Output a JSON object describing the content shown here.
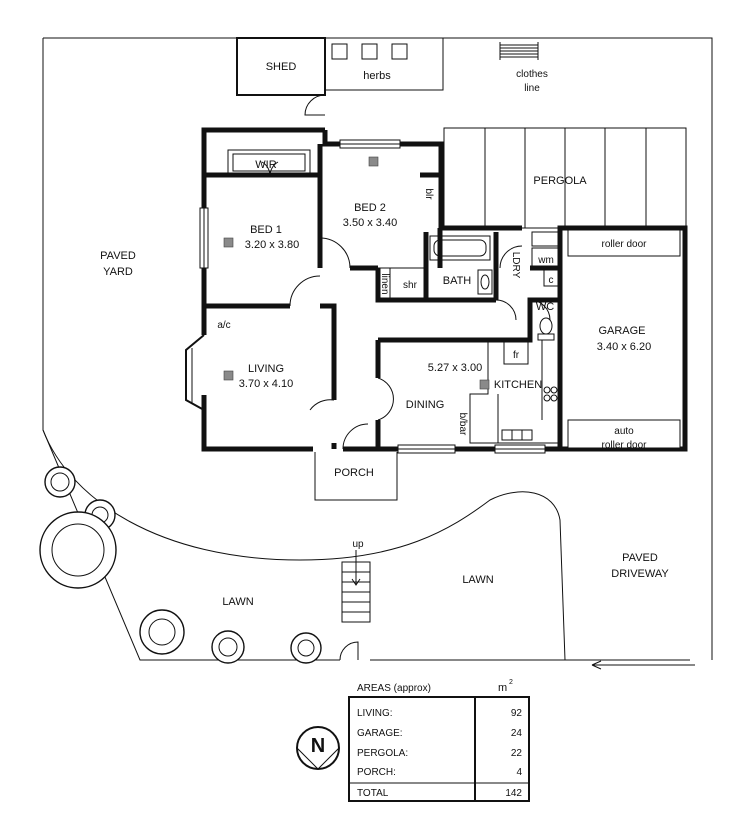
{
  "rooms": {
    "shed": "SHED",
    "herbs": "herbs",
    "clothes_line": [
      "clothes",
      "line"
    ],
    "pergola": "PERGOLA",
    "wir": "WIR",
    "bed1": {
      "name": "BED 1",
      "dims": "3.20 x 3.80"
    },
    "bed2": {
      "name": "BED 2",
      "dims": "3.50 x 3.40"
    },
    "blr": "blr",
    "linen": "linen",
    "shr": "shr",
    "bath": "BATH",
    "ldry": "LDRY",
    "wm": "wm",
    "c": "c",
    "wc": "WC",
    "roller_door": "roller door",
    "garage": {
      "name": "GARAGE",
      "dims": "3.40 x 6.20"
    },
    "auto_roller_door": [
      "auto",
      "roller door"
    ],
    "ac": "a/c",
    "living": {
      "name": "LIVING",
      "dims": "3.70 x 4.10"
    },
    "kitchen_dims": "5.27 x 3.00",
    "fr": "fr",
    "kitchen": "KITCHEN",
    "dining": "DINING",
    "bbar": "b/bar",
    "porch": "PORCH",
    "paved_yard": [
      "PAVED",
      "YARD"
    ],
    "lawn_left": "LAWN",
    "lawn_right": "LAWN",
    "up": "up",
    "paved_driveway": [
      "PAVED",
      "DRIVEWAY"
    ]
  },
  "compass": "N",
  "areas_table": {
    "title": "AREAS (approx)",
    "unit": "m",
    "unit_sup": "2",
    "rows": [
      {
        "label": "LIVING:",
        "value": "92"
      },
      {
        "label": "GARAGE:",
        "value": "24"
      },
      {
        "label": "PERGOLA:",
        "value": "22"
      },
      {
        "label": "PORCH:",
        "value": "4"
      }
    ],
    "total": {
      "label": "TOTAL",
      "value": "142"
    }
  }
}
